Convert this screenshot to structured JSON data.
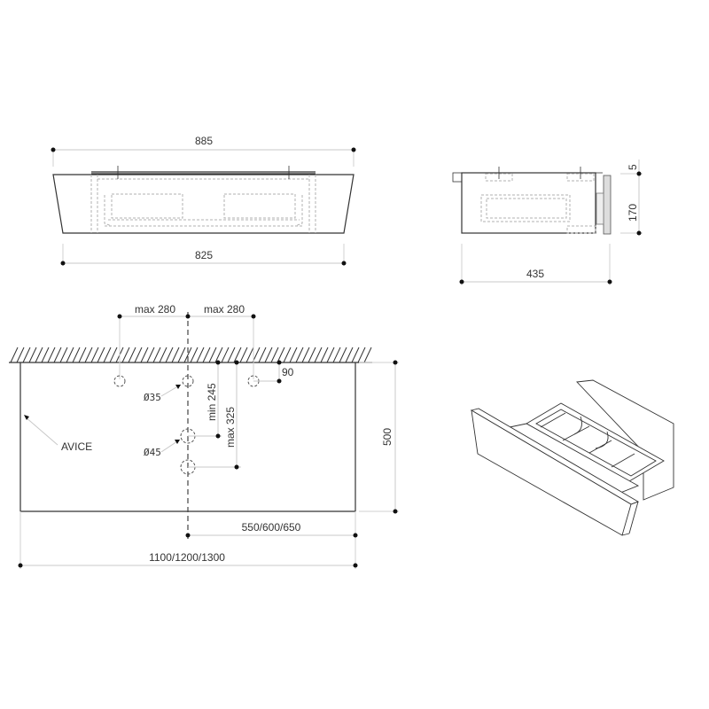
{
  "front_view": {
    "top_width": "885",
    "bottom_width": "825"
  },
  "side_view": {
    "depth": "435",
    "height": "170",
    "top_offset": "5"
  },
  "plan_view": {
    "left_spacing": "max 280",
    "right_spacing": "max 280",
    "hole_small_diameter": "Ø35",
    "hole_large_diameter": "Ø45",
    "hole_offset": "90",
    "min_distance": "min 245",
    "max_distance": "max 325",
    "depth": "500",
    "half_width": "550/600/650",
    "total_width": "1100/1200/1300",
    "label": "AVICE"
  },
  "isometric_view": {
    "description": "drawer isometric"
  }
}
